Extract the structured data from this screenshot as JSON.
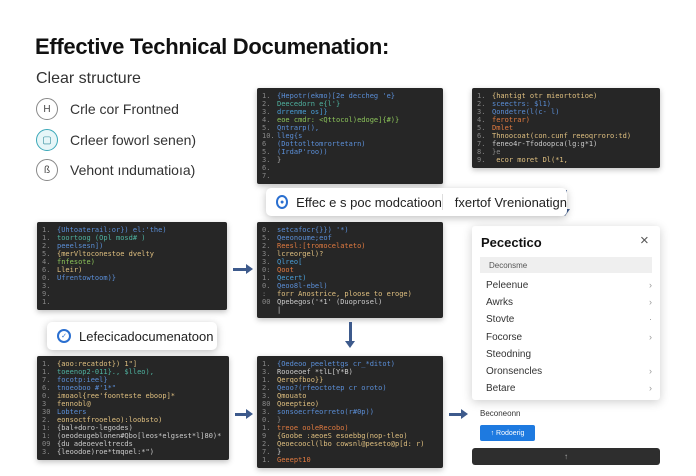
{
  "header": {
    "title": "Effective Technical Documenation:",
    "subtitle": "Clear structure"
  },
  "features": [
    {
      "icon": "H",
      "label": "Crle cor Frontned"
    },
    {
      "icon": "▢",
      "label": "Crleer foworl senen)"
    },
    {
      "icon": "ß",
      "label": "Vehont ındumatioıa)"
    }
  ],
  "colors": {
    "code_bg": "#262626",
    "arrow": "#3d5a8c",
    "accent": "#1e7ae0"
  },
  "code_panels": [
    {
      "lines": [
        [
          "1.",
          "{Hepotr(ekmo)[2e deccheg 'e}",
          "#5b8fd8"
        ],
        [
          "2.",
          "Deecedorn  e{l'}",
          "#4fb2a0"
        ],
        [
          "3.",
          "drrenme os]}",
          "#4a9fd8"
        ],
        [
          "4.",
          "eoe cmdr:  <Qttocol)edoge]{#)}",
          "#8cc45a"
        ],
        [
          "5.",
          "Qntrarp(),",
          "#5b8fd8"
        ],
        [
          "10.",
          "lleg{s",
          "#5b8fd8"
        ],
        [
          "6",
          "(Dottotltomrortetarn)",
          "#5b8fd8"
        ],
        [
          "5.",
          "(IrdaP'roo))",
          "#5b8fd8"
        ],
        [
          "3.",
          "}",
          "#aaa"
        ],
        [
          "6.",
          "",
          "#aaa"
        ],
        [
          "7.",
          "",
          "#aaa"
        ]
      ]
    },
    {
      "lines": [
        [
          "1.",
          "{hantigt otr mieortotioe)",
          "#e0c080"
        ],
        [
          "2.",
          "sceectrs: $l1)",
          "#5b8fd8"
        ],
        [
          "3.",
          "Qondetre(l(c- l)",
          "#5b8fd8"
        ],
        [
          "4.",
          "ferotrar)",
          "#e07a40"
        ],
        [
          "5.",
          "Dmlet",
          "#e07a40"
        ],
        [
          "6.",
          "Thnoocoat(con.cunf reeoqrroro:td)",
          "#e0c080"
        ],
        [
          "7.",
          "feneo4r-Tfodoopca(lg:g*1)",
          "#ccc"
        ],
        [
          "8.",
          "}e",
          "#888"
        ],
        [
          "9.",
          "  ecor moret Dl(*1,",
          "#e0c080"
        ]
      ]
    },
    {
      "lines": [
        [
          "1.",
          "{Uhtoaterail:or}) el:'the)",
          "#5b8fd8"
        ],
        [
          "1.",
          "toortoog  (Opl mosd#  )",
          "#4fb2a0"
        ],
        [
          "2.",
          "peeelsesn])",
          "#5b8fd8"
        ],
        [
          "5.",
          "{merVltoconestoe dvelty",
          "#e0c080"
        ],
        [
          "4.",
          "fnfesote)",
          "#8cc45a"
        ],
        [
          "6.",
          "Lleir)",
          "#e0c080"
        ],
        [
          "0.",
          "Ufrentowtoom)}",
          "#5b8fd8"
        ],
        [
          "3.",
          "",
          "#888"
        ],
        [
          "9.",
          "",
          "#888"
        ],
        [
          "1.",
          "",
          "#888"
        ]
      ]
    },
    {
      "lines": [
        [
          "0.",
          "setcafocr{}}) '*)",
          "#5b8fd8"
        ],
        [
          "5.",
          "Qeeonoume;eof",
          "#5b8fd8"
        ],
        [
          "2.",
          "Reesl:[tromocelateto)",
          "#e07a40"
        ],
        [
          "3.",
          "lcreorgel)?",
          "#e0c080"
        ],
        [
          "3.",
          "Qlreo[",
          "#4a9fd8"
        ],
        [
          "0:",
          "Qoot",
          "#e07a40"
        ],
        [
          "1.",
          "Qecert)",
          "#4a9fd8"
        ],
        [
          "0.",
          "Qeoo8l-ebel)",
          "#5b8fd8"
        ],
        [
          ":",
          "forr Anostrice, ploose to eroge)",
          "#e0c080"
        ],
        [
          "00",
          "Qpebegos('*1' (Duoprosel)",
          "#ccc"
        ],
        [
          "",
          "|",
          "#ccc"
        ]
      ]
    },
    {
      "lines": [
        [
          "1.",
          "{aoo:recatdot}) 1\"]",
          "#e0c080"
        ],
        [
          "1.",
          "toeenop2-011}., $lleo),",
          "#4fb2a0"
        ],
        [
          "7.",
          "focotp:ieel}",
          "#5b8fd8"
        ],
        [
          "6.",
          "tnoeoboo  #'1*\"",
          "#5b8fd8"
        ],
        [
          "0.",
          "imoaol{ree'foonteste eboop]*",
          "#e0c080"
        ],
        [
          "3",
          "fennobl@",
          "#e0c080"
        ],
        [
          "30",
          "Lobters",
          "#5b8fd8"
        ],
        [
          "2.",
          "eonsoctfrooeleo):loobsto)",
          "#e0c080"
        ],
        [
          "1:",
          "{bal+doro-legodes)",
          "#ccc"
        ],
        [
          "1:",
          "(oeodeugeblonen#Qbo[leos*elgsest*l]80)*",
          "#ccc"
        ],
        [
          "09",
          "{du adeoeveltrecds",
          "#ccc"
        ],
        [
          "3.",
          "{leoodoe)roe*tmqoel:*\")",
          "#ccc"
        ]
      ]
    },
    {
      "lines": [
        [
          "1.",
          "{Oedeoo peelettgs cr_*ditot)",
          "#5b8fd8"
        ],
        [
          "3.",
          "Roooeoef  *tlL[Y*B)",
          "#ccc"
        ],
        [
          "1.",
          "Qerqofboo}}",
          "#e0c080"
        ],
        [
          "2.",
          "Qeoo?(rfeoctotep cr oroto)",
          "#5b8fd8"
        ],
        [
          "3.",
          "Qmouato",
          "#e0c080"
        ],
        [
          "80",
          "Qoeeptieo)",
          "#e0c080"
        ],
        [
          "3.",
          "sonsoecrfeorreto(r#0p))",
          "#5b8fd8"
        ],
        [
          "0.",
          "}",
          "#888"
        ],
        [
          "1.",
          "treoe ooleRecobo)",
          "#e07a40"
        ],
        [
          "9",
          "{Goobe :aeoeS esoebbg(nop-tleo)",
          "#e0c080"
        ],
        [
          "2.",
          "Qeoecoocl(lbo cowsnl@peseto@p[d: r)",
          "#e0c080"
        ],
        [
          "7.",
          "}",
          "#ccc"
        ],
        [
          "1.",
          "Geeept10",
          "#e07a40"
        ]
      ]
    }
  ],
  "popup_top": {
    "left": "Effec e s poc modcatioon",
    "right": "fxertof Vrenionatign"
  },
  "popup_mid": {
    "label": "Lefecicadocumenatoon"
  },
  "dialog": {
    "title": "Pecectico",
    "close": "×",
    "search_placeholder": "Deconsme",
    "items": [
      {
        "label": "Peleenue",
        "chevron": "›"
      },
      {
        "label": "Awrks",
        "chevron": "›"
      },
      {
        "label": "Stovte",
        "chevron": "·"
      },
      {
        "label": "Focorse",
        "chevron": "›"
      },
      {
        "label": "Steodning",
        "chevron": ""
      },
      {
        "label": "Oronsencles",
        "chevron": "›"
      },
      {
        "label": "Betare",
        "chevron": "›"
      }
    ]
  },
  "below_dialog": {
    "label": "Beconeonn",
    "button": "↑ Rodoerig",
    "bar": "↑"
  }
}
